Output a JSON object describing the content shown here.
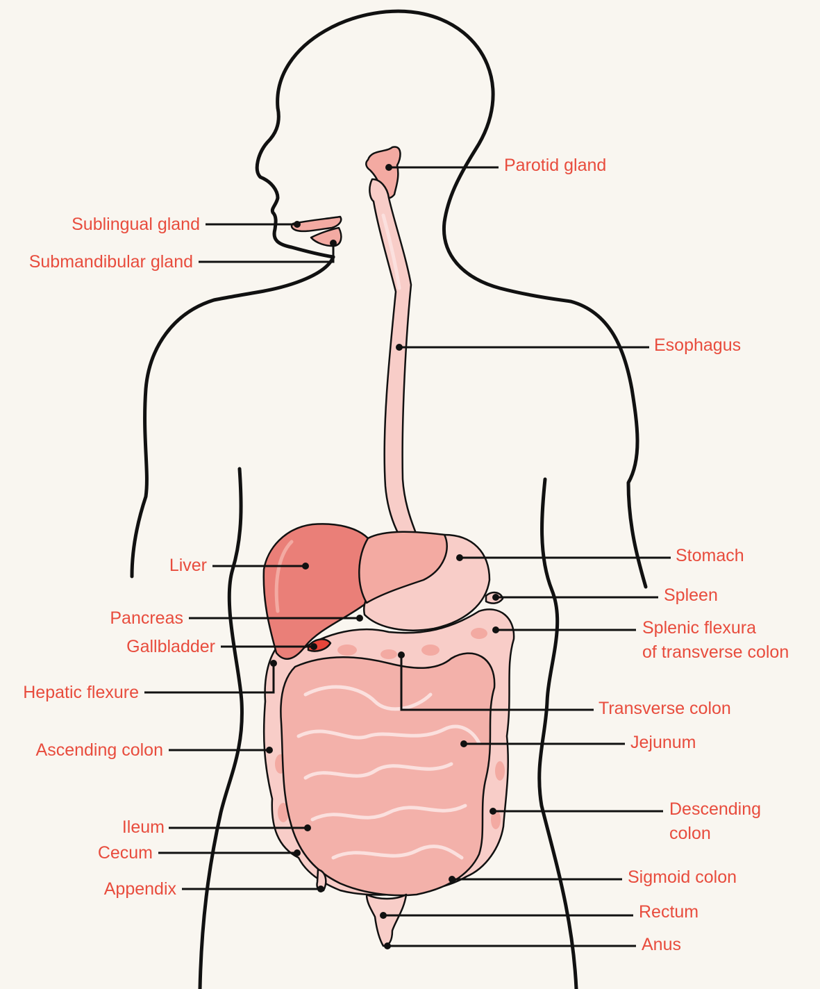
{
  "colors": {
    "background": "#f9f6f0",
    "label": "#e84c3d",
    "outline": "#111111",
    "organ_light": "#f8cdc8",
    "organ_mid": "#f3aaa2",
    "organ_dark": "#ea7f78",
    "gallbladder": "#e8453a"
  },
  "labels": {
    "parotid_gland": "Parotid gland",
    "sublingual_gland": "Sublingual gland",
    "submandibular_gland": "Submandibular gland",
    "esophagus": "Esophagus",
    "liver": "Liver",
    "stomach": "Stomach",
    "spleen": "Spleen",
    "pancreas": "Pancreas",
    "splenic_flexura_line1": "Splenic flexura",
    "splenic_flexura_line2": "of transverse colon",
    "gallbladder": "Gallbladder",
    "hepatic_flexure": "Hepatic flexure",
    "transverse_colon": "Transverse colon",
    "jejunum": "Jejunum",
    "ascending_colon": "Ascending colon",
    "descending_colon_line1": "Descending",
    "descending_colon_line2": "colon",
    "ileum": "Ileum",
    "cecum": "Cecum",
    "sigmoid_colon": "Sigmoid colon",
    "appendix": "Appendix",
    "rectum": "Rectum",
    "anus": "Anus"
  }
}
